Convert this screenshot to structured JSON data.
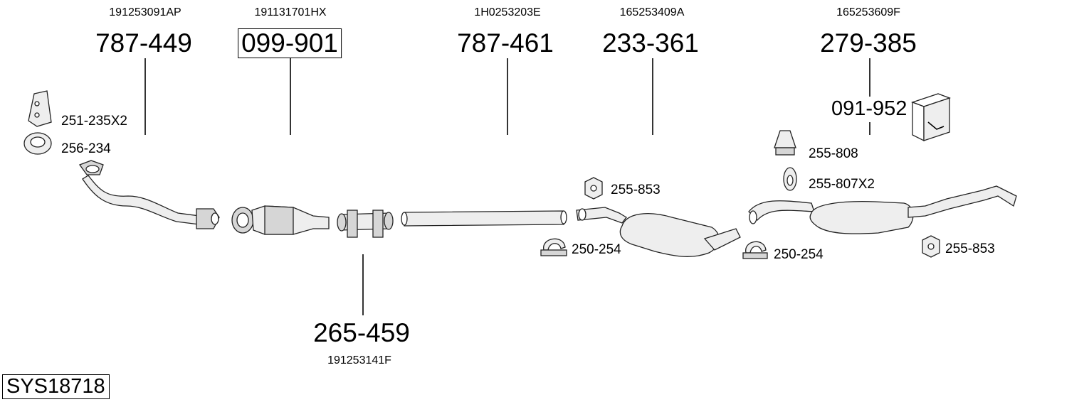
{
  "system_id": "SYS18718",
  "parts": [
    {
      "oem": "191253091AP",
      "number": "787-449",
      "boxed": false
    },
    {
      "oem": "191131701HX",
      "number": "099-901",
      "boxed": true
    },
    {
      "oem": "191253141F",
      "number": "265-459",
      "boxed": false
    },
    {
      "oem": "1H0253203E",
      "number": "787-461",
      "boxed": false
    },
    {
      "oem": "165253409A",
      "number": "233-361",
      "boxed": false
    },
    {
      "oem": "165253609F",
      "number": "279-385",
      "boxed": false
    }
  ],
  "accessories": {
    "a1": "251-235X2",
    "a2": "256-234",
    "a3": "255-853",
    "a4": "250-254",
    "a5": "250-254",
    "a6": "255-808",
    "a7": "255-807X2",
    "a8": "255-853",
    "kit": "091-952"
  }
}
